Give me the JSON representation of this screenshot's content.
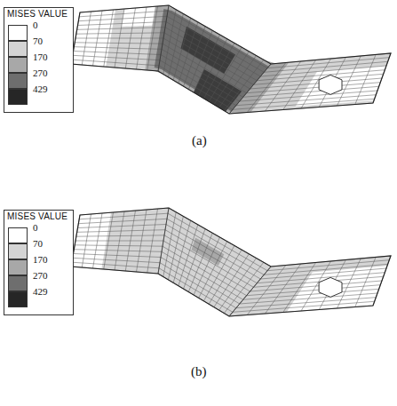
{
  "diagram": {
    "labels": [
      "MISES VALUE",
      "(a)",
      "MISES VALUE",
      "(b)"
    ],
    "legend": [
      {
        "text": "0",
        "color": "#ffffff"
      },
      {
        "text": "70",
        "color": "#d4d4d4"
      },
      {
        "text": "170",
        "color": "#a8a8a8"
      },
      {
        "text": "270",
        "color": "#6e6e6e"
      },
      {
        "text": "429",
        "color": "#262626"
      },
      {
        "text": "0",
        "color": "#ffffff"
      },
      {
        "text": "70",
        "color": "#d4d4d4"
      },
      {
        "text": "170",
        "color": "#a8a8a8"
      },
      {
        "text": "270",
        "color": "#6e6e6e"
      },
      {
        "text": "429",
        "color": "#262626"
      }
    ]
  }
}
